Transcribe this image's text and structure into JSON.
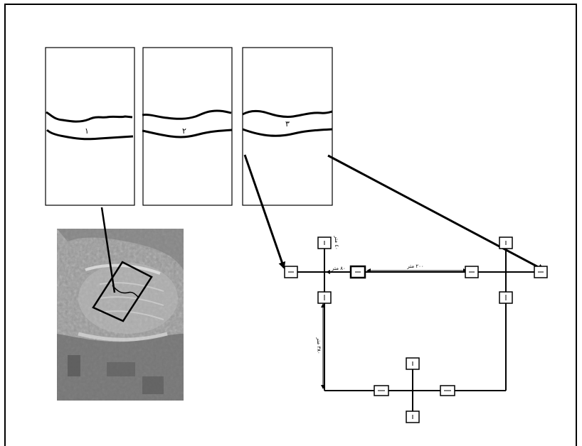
{
  "panels": [
    {
      "label": "١"
    },
    {
      "label": "٢"
    },
    {
      "label": "٣"
    }
  ],
  "dimensions": {
    "d40": "٤٠ متر",
    "d80": "٨٠ متر",
    "d200": "٢٠٠ متر",
    "d380": "٣٨٠ متر"
  },
  "colors": {
    "line": "#000000",
    "background": "#ffffff",
    "photo_base": "#9a9a9a"
  }
}
